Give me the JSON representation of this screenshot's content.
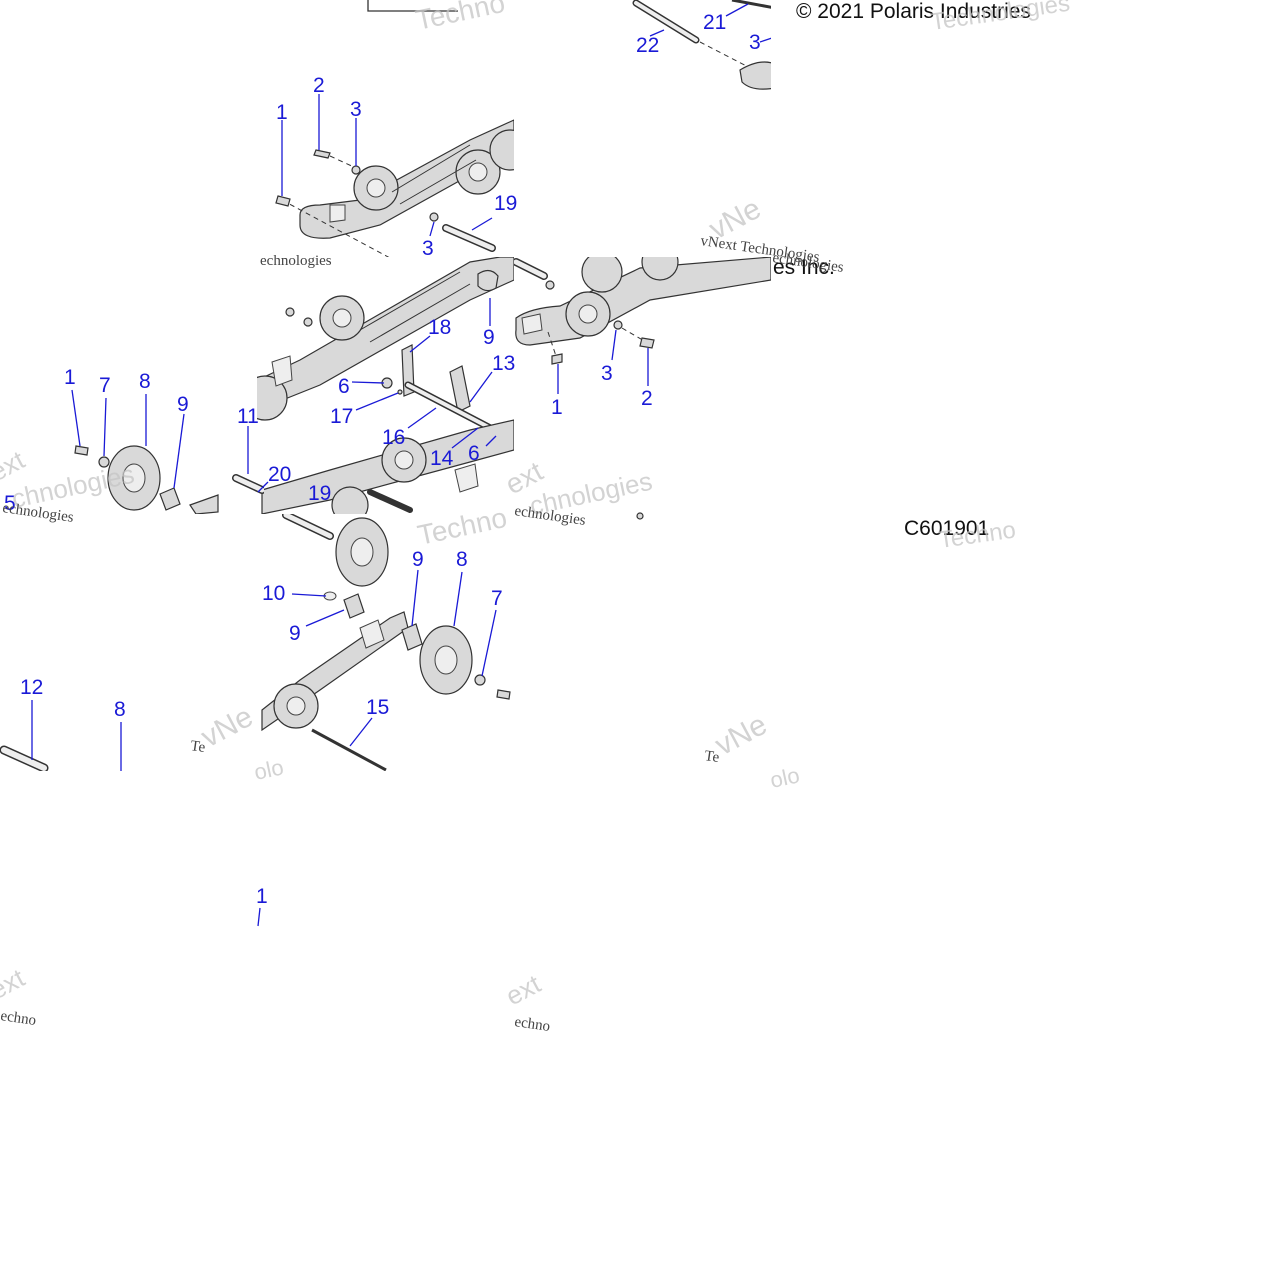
{
  "copyright": "© 2021 Polaris Industries",
  "copyright_fragment": "es Inc.",
  "figure_code": "C601901",
  "watermark": {
    "vnext": "vNext",
    "technologies": "Technologies",
    "credit": "vNext Technologies",
    "fragments": [
      "Techno",
      "Techno",
      "Technologies",
      "Techno",
      "chnologies",
      "echno",
      "echno",
      "echnologies",
      "vNe",
      "vNe",
      "vNe",
      "ext",
      "ext",
      "ext",
      "Te",
      "Te",
      "olo",
      "olo"
    ]
  },
  "callouts": [
    {
      "label": "22"
    },
    {
      "label": "21"
    },
    {
      "label": "3"
    },
    {
      "label": "1"
    },
    {
      "label": "2"
    },
    {
      "label": "3"
    },
    {
      "label": "19"
    },
    {
      "label": "3"
    },
    {
      "label": "9"
    },
    {
      "label": "18"
    },
    {
      "label": "6"
    },
    {
      "label": "17"
    },
    {
      "label": "16"
    },
    {
      "label": "13"
    },
    {
      "label": "14"
    },
    {
      "label": "6"
    },
    {
      "label": "3"
    },
    {
      "label": "1"
    },
    {
      "label": "2"
    },
    {
      "label": "1"
    },
    {
      "label": "7"
    },
    {
      "label": "8"
    },
    {
      "label": "9"
    },
    {
      "label": "5"
    },
    {
      "label": "11"
    },
    {
      "label": "20"
    },
    {
      "label": "19"
    },
    {
      "label": "10"
    },
    {
      "label": "9"
    },
    {
      "label": "9"
    },
    {
      "label": "8"
    },
    {
      "label": "7"
    },
    {
      "label": "12"
    },
    {
      "label": "8"
    },
    {
      "label": "15"
    },
    {
      "label": "1"
    }
  ]
}
